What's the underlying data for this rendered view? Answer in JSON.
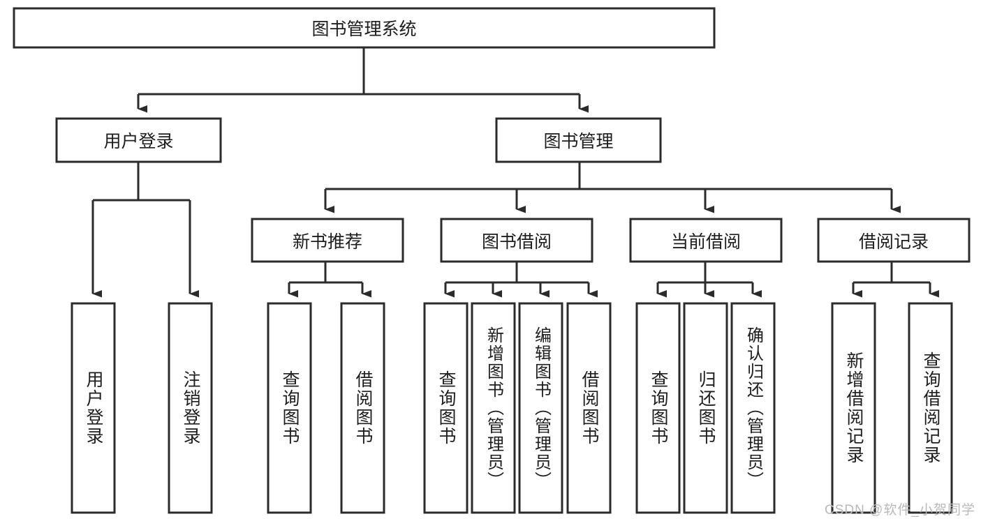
{
  "diagram": {
    "type": "tree-hierarchy",
    "orientation": "top-down",
    "root": {
      "id": "root",
      "label": "图书管理系统"
    },
    "level2": [
      {
        "id": "user-login",
        "label": "用户登录"
      },
      {
        "id": "book-manage",
        "label": "图书管理"
      }
    ],
    "level3": [
      {
        "id": "new-book-rec",
        "label": "新书推荐",
        "parent": "book-manage"
      },
      {
        "id": "book-borrow",
        "label": "图书借阅",
        "parent": "book-manage"
      },
      {
        "id": "current-borrow",
        "label": "当前借阅",
        "parent": "book-manage"
      },
      {
        "id": "borrow-record",
        "label": "借阅记录",
        "parent": "book-manage"
      }
    ],
    "leaves": [
      {
        "id": "leaf-user-login",
        "label": "用户登录",
        "parent": "user-login"
      },
      {
        "id": "leaf-logout-login",
        "label": "注销登录",
        "parent": "user-login"
      },
      {
        "id": "leaf-query-book-1",
        "label": "查询图书",
        "parent": "new-book-rec"
      },
      {
        "id": "leaf-borrow-book-1",
        "label": "借阅图书",
        "parent": "new-book-rec"
      },
      {
        "id": "leaf-query-book-2",
        "label": "查询图书",
        "parent": "book-borrow"
      },
      {
        "id": "leaf-add-book",
        "label": "新增图书（管理员）",
        "parent": "book-borrow"
      },
      {
        "id": "leaf-edit-book",
        "label": "编辑图书（管理员）",
        "parent": "book-borrow"
      },
      {
        "id": "leaf-borrow-book-2",
        "label": "借阅图书",
        "parent": "book-borrow"
      },
      {
        "id": "leaf-query-book-3",
        "label": "查询图书",
        "parent": "current-borrow"
      },
      {
        "id": "leaf-return-book",
        "label": "归还图书",
        "parent": "current-borrow"
      },
      {
        "id": "leaf-confirm-return",
        "label": "确认归还（管理员）",
        "parent": "current-borrow"
      },
      {
        "id": "leaf-add-record",
        "label": "新增借阅记录",
        "parent": "borrow-record"
      },
      {
        "id": "leaf-query-record",
        "label": "查询借阅记录",
        "parent": "borrow-record"
      }
    ],
    "colors": {
      "node_fill": "#ffffff",
      "node_stroke": "#2b2b2b",
      "link": "#2b2b2b",
      "text": "#1d1d1d",
      "background": "#ffffff",
      "watermark": "#b9b9b9"
    }
  },
  "watermark": {
    "text": "CSDN @软件_小贺同学"
  }
}
